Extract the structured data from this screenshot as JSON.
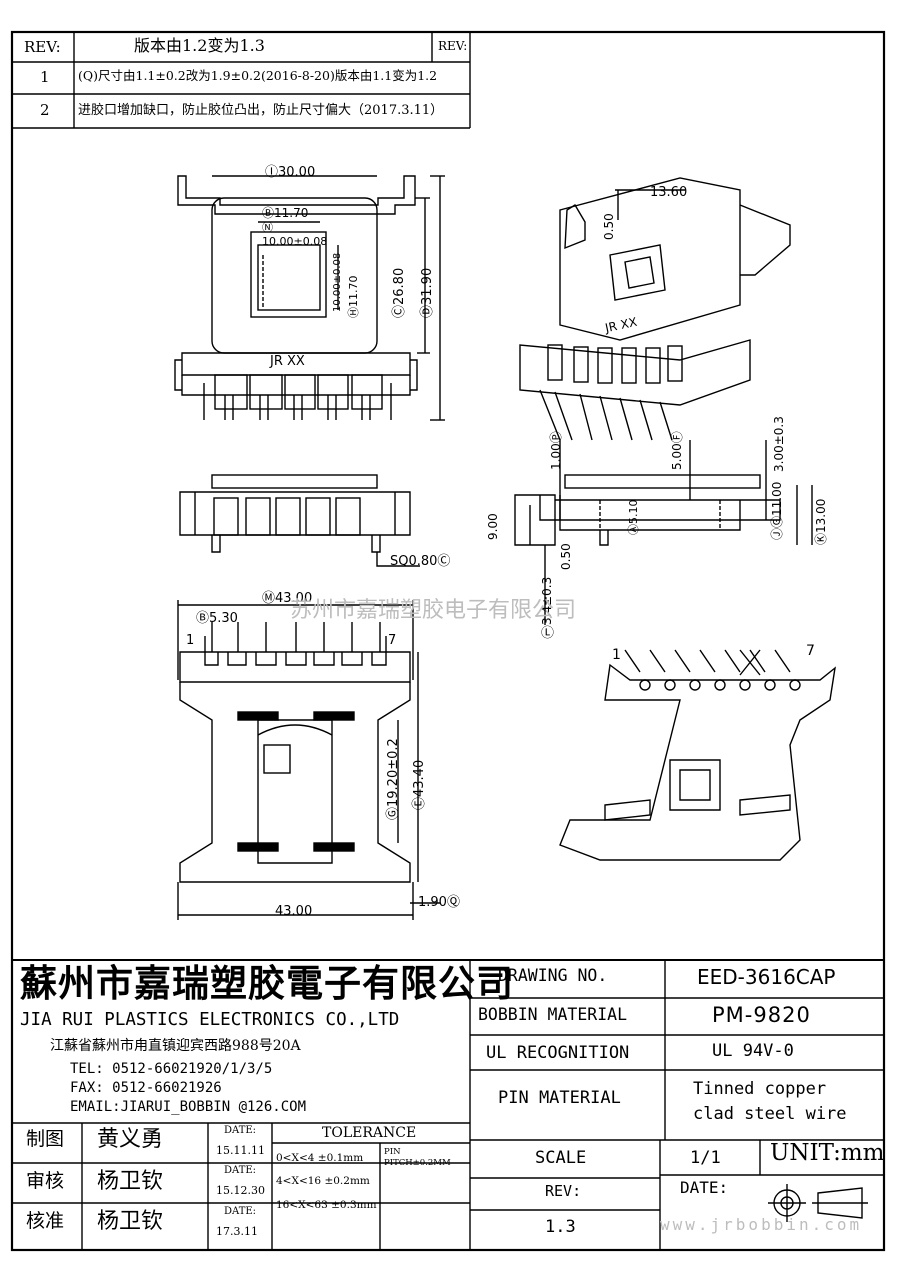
{
  "revision_table": {
    "header_rev_label": "REV:",
    "header_note": "版本由1.2变为1.3",
    "header_rev2_label": "REV:",
    "rows": [
      {
        "num": "1",
        "text": "(Q)尺寸由1.1±0.2改为1.9±0.2(2016-8-20)版本由1.1变为1.2"
      },
      {
        "num": "2",
        "text": "进胶口增加缺口，防止胶位凸出，防止尺寸偏大（2017.3.11）"
      }
    ]
  },
  "dimensions": {
    "top_I": "Ⓘ30.00",
    "top_B": "Ⓑ11.70",
    "top_N": "Ⓝ",
    "top_inner_w": "10.00±0.08",
    "top_inner_h": "10.00±0.08",
    "top_H": "Ⓗ11.70",
    "top_C": "Ⓒ26.80",
    "top_D": "Ⓓ31.90",
    "top_marking": "JR  XX",
    "side_sq": "SQ0.80Ⓒ",
    "bottom_M": "Ⓜ43.00",
    "bottom_B": "Ⓑ5.30",
    "bottom_pin1": "1",
    "bottom_pin7": "7",
    "bottom_G": "Ⓖ19.20±0.2",
    "bottom_E": "Ⓔ43.40",
    "bottom_width": "43.00",
    "bottom_Q": "1.90Ⓠ",
    "iso_top": "13.60",
    "iso_050": "0.50",
    "iso_marking": "JR  XX",
    "right_P": "1.00Ⓟ",
    "right_F": "5.00Ⓕ",
    "right_300": "3.00±0.3",
    "right_J": "ⒿⒼ11.00",
    "right_K": "Ⓚ13.00",
    "right_900": "9.00",
    "right_A": "Ⓐ5.10",
    "right_050b": "0.50",
    "right_L": "3.4±0.3",
    "right_L_circle": "Ⓛ",
    "iso2_pin1": "1",
    "iso2_pin7": "7"
  },
  "watermark": {
    "company": "苏州市嘉瑞塑胶电子有限公司",
    "url": "www.jrbobbin.com"
  },
  "title_block": {
    "company_cn": "蘇州市嘉瑞塑胶電子有限公司",
    "company_en": "JIA RUI PLASTICS ELECTRONICS CO.,LTD",
    "address": "江蘇省蘇州市甪直镇迎宾西路988号20A",
    "tel": "TEL: 0512-66021920/1/3/5",
    "fax": "FAX: 0512-66021926",
    "email": "EMAIL:JIARUI_BOBBIN @126.COM",
    "drawing_no_label": "DRAWING  NO.",
    "drawing_no": "EED-3616CAP",
    "bobbin_material_label": "BOBBIN  MATERIAL",
    "bobbin_material": "PM-9820",
    "ul_label": "UL RECOGNITION",
    "ul_value": "UL 94V-0",
    "pin_material_label": "PIN MATERIAL",
    "pin_material_line1": "Tinned copper",
    "pin_material_line2": "clad steel wire",
    "scale_label": "SCALE",
    "scale_value": "1/1",
    "unit": "UNIT:mm",
    "rev_label": "REV:",
    "rev_value": "1.3",
    "date_label": "DATE:",
    "tolerance_label": "TOLERANCE",
    "tol_1": "0<X<4  ±0.1mm",
    "tol_2": "4<X<16 ±0.2mm",
    "tol_3": "16<X<63 ±0.3mm",
    "pin_pitch_1": "PIN",
    "pin_pitch_2": "PITCH±0.2MM",
    "approvals": [
      {
        "role": "制图",
        "name": "黄义勇",
        "date_label": "DATE:",
        "date": "15.11.11"
      },
      {
        "role": "审核",
        "name": "杨卫钦",
        "date_label": "DATE:",
        "date": "15.12.30"
      },
      {
        "role": "核准",
        "name": "杨卫钦",
        "date_label": "DATE:",
        "date": "17.3.11"
      }
    ]
  }
}
